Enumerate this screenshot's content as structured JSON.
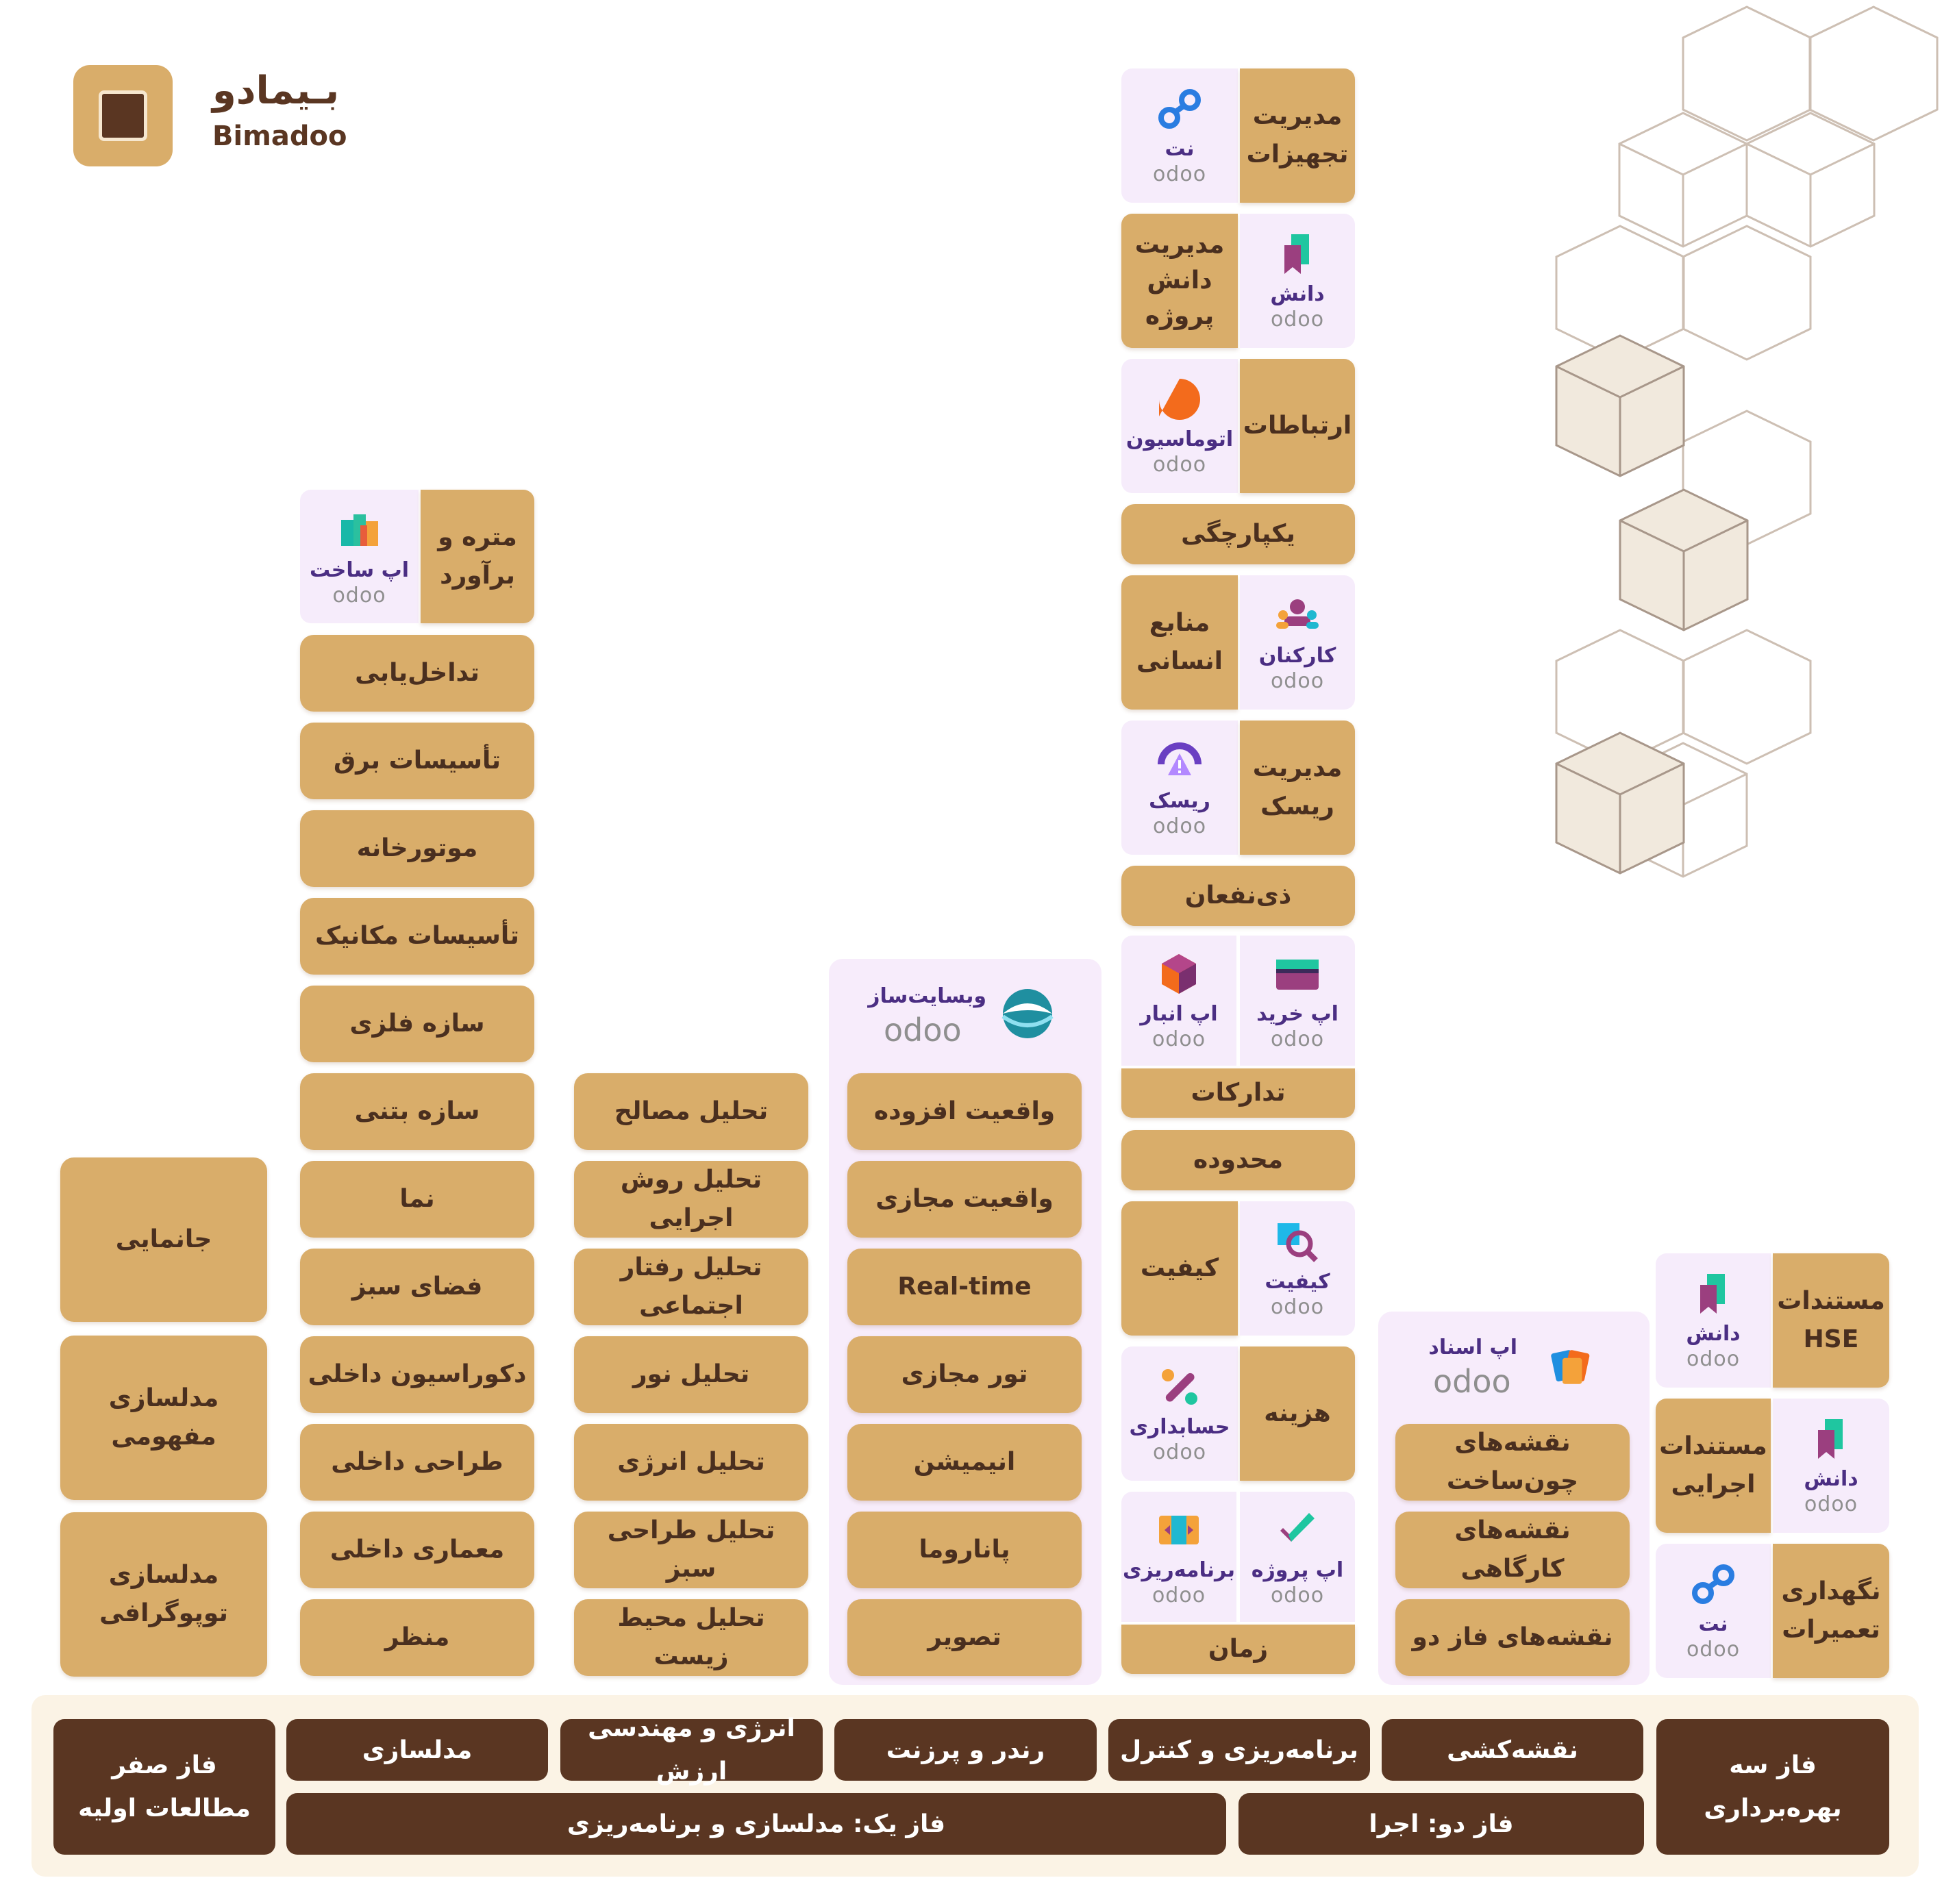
{
  "brand": {
    "name_fa": "بـیمادو",
    "name_en": "Bimadoo"
  },
  "odoo": "odoo",
  "col0": {
    "tiles": [
      "جانمایی",
      "مدلسازی\nمفهومی",
      "مدلسازی\nتوپوگرافی"
    ]
  },
  "col1": {
    "header_label": "متره و\nبرآورد",
    "header_app": "اپ ساخت",
    "tiles": [
      "تداخل‌یابی",
      "تأسیسات برق",
      "موتورخانه",
      "تأسیسات مکانیک",
      "سازه فلزی",
      "سازه بتنی",
      "نما",
      "فضای سبز",
      "دکوراسیون داخلی",
      "طراحی داخلی",
      "معماری داخلی",
      "منظر"
    ]
  },
  "col2": {
    "tiles": [
      "تحلیل مصالح",
      "تحلیل روش اجرایی",
      "تحلیل رفتار اجتماعی",
      "تحلیل نور",
      "تحلیل انرژی",
      "تحلیل طراحی سبز",
      "تحلیل محیط زیست"
    ]
  },
  "col3": {
    "app": "وبسایت‌ساز",
    "tiles": [
      "واقعیت افزوده",
      "واقعیت مجازی",
      "Real-time",
      "تور مجازی",
      "انیمیشن",
      "پاناروما",
      "تصویر"
    ]
  },
  "col4": {
    "equipment": {
      "label": "مدیریت\nتجهیزات",
      "app": "نت"
    },
    "knowledge": {
      "label": "مدیریت\nدانش\nپروژه",
      "app": "دانش"
    },
    "comms": {
      "label": "ارتباطات",
      "app": "اتوماسیون"
    },
    "integration": "یکپارچگی",
    "hr": {
      "label": "منابع\nانسانی",
      "app": "کارکنان"
    },
    "risk": {
      "label": "مدیریت\nریسک",
      "app": "ریسک"
    },
    "stakeholders": "ذی‌نفعان",
    "procurement": {
      "label": "تدارکات",
      "app_warehouse": "اپ انبار",
      "app_purchase": "اپ خرید"
    },
    "scope": "محدوده",
    "quality": {
      "label": "کیفیت",
      "app": "کیفیت"
    },
    "cost": {
      "label": "هزینه",
      "app": "حسابداری"
    },
    "time": {
      "label": "زمان",
      "app_planning": "برنامه‌ریزی",
      "app_project": "اپ پروژه"
    }
  },
  "col5": {
    "app": "اپ اسناد",
    "tiles": [
      "نقشه‌های چون‌ساخت",
      "نقشه‌های کارگاهی",
      "نقشه‌های فاز دو"
    ]
  },
  "col6": {
    "hse": {
      "label": "مستندات\nHSE",
      "app": "دانش"
    },
    "exec_docs": {
      "label": "مستندات\nاجرایی",
      "app": "دانش"
    },
    "maintenance": {
      "label": "نگهداری\nتعمیرات",
      "app": "نت"
    }
  },
  "phases": {
    "phase0": "فاز صفر\nمطالعات اولیه",
    "modeling": "مدلسازی",
    "energy": "انرژی و مهندسی ارزش",
    "render": "رندر و پرزنت",
    "planning": "برنامه‌ریزی و کنترل",
    "drawing": "نقشه‌کشی",
    "phase1": "فاز یک: مدلسازی و برنامه‌ریزی",
    "phase2": "فاز دو: اجرا",
    "phase3": "فاز سه\nبهره‌برداری"
  },
  "colors": {
    "tile": "#d9ad6a",
    "dark": "#5a3622",
    "app_bg": "#f6ecfb",
    "app_text": "#4b2e83"
  }
}
